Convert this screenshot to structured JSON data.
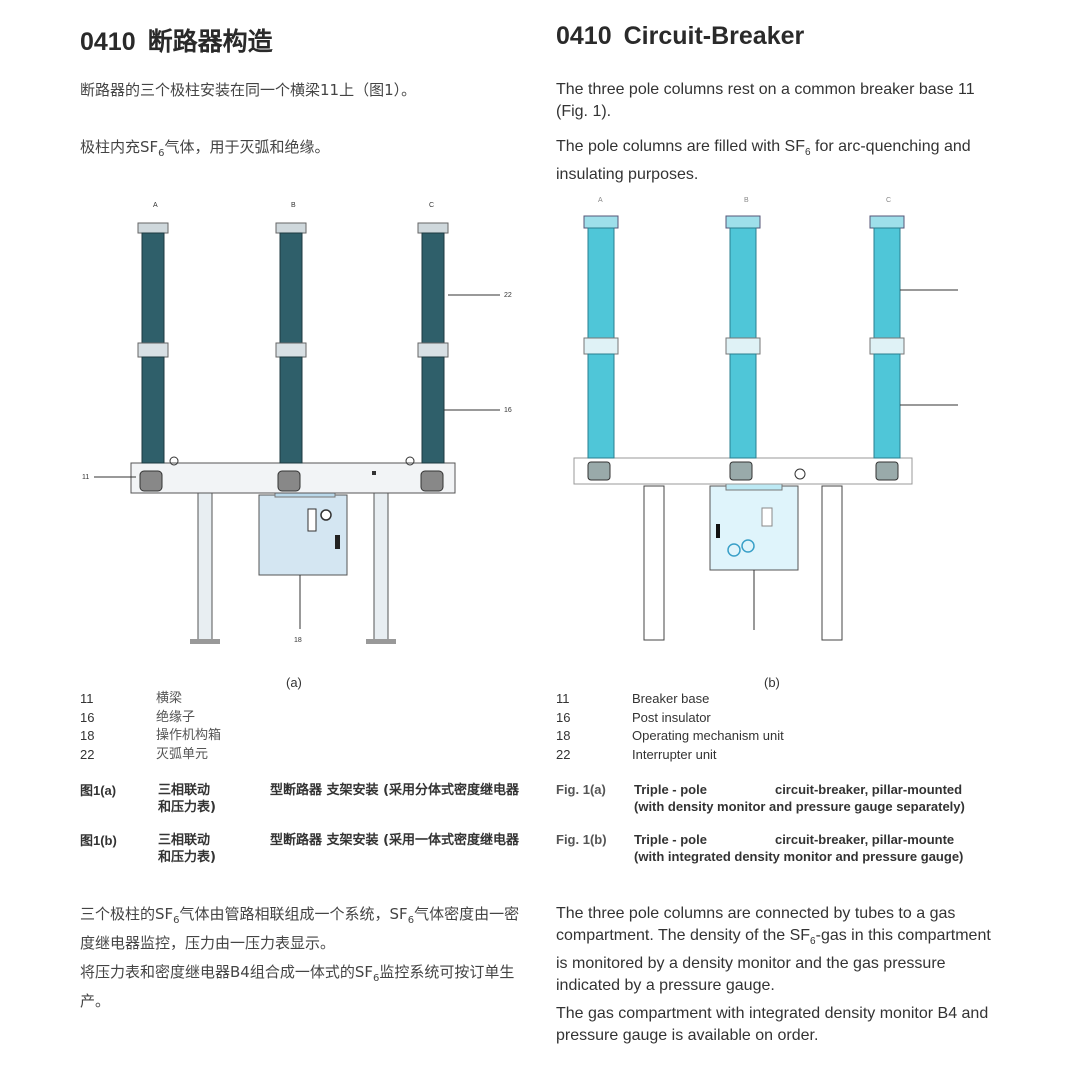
{
  "left": {
    "heading_num": "0410",
    "heading_text": "断路器构造",
    "p1": "断路器的三个极柱安装在同一个横梁11上（图1）。",
    "p2_pre": "极柱内充SF",
    "p2_sub": "6",
    "p2_post": "气体，用于灭弧和绝缘。",
    "fig_letters": [
      "A",
      "B",
      "C"
    ],
    "callouts": {
      "c22": "22",
      "c16": "16",
      "c11": "11",
      "c18": "18"
    },
    "fig_label": "(a)",
    "legend": [
      {
        "num": "11",
        "text": "横梁"
      },
      {
        "num": "16",
        "text": "绝缘子"
      },
      {
        "num": "18",
        "text": "操作机构箱"
      },
      {
        "num": "22",
        "text": "灭弧单元"
      }
    ],
    "caption_a_key": "图1(a)",
    "caption_a_1": "三相联动",
    "caption_a_2": "型断路器 支架安装 (采用分体式密度继电器和压力表)",
    "caption_b_key": "图1(b)",
    "caption_b_1": "三相联动",
    "caption_b_2": "型断路器 支架安装 (采用一体式密度继电器和压力表)",
    "p3_a": "三个极柱的SF",
    "p3_sub1": "6",
    "p3_b": "气体由管路相联组成一个系统，SF",
    "p3_sub2": "6",
    "p3_c": "气体密度由一密度继电器监控，压力由一压力表显示。",
    "p4_a": "将压力表和密度继电器B4组合成一体式的SF",
    "p4_sub": "6",
    "p4_b": "监控系统可按订单生产。"
  },
  "right": {
    "heading_num": "0410",
    "heading_text": "Circuit-Breaker",
    "p1": "The three pole columns rest on a common breaker base 11 (Fig. 1).",
    "p2_pre": "The pole columns are filled with SF",
    "p2_sub": "6",
    "p2_post": " for arc-quenching and insulating purposes.",
    "fig_letters": [
      "A",
      "B",
      "C"
    ],
    "fig_label": "(b)",
    "legend": [
      {
        "num": "11",
        "text": "Breaker base"
      },
      {
        "num": "16",
        "text": "Post insulator"
      },
      {
        "num": "18",
        "text": "Operating mechanism unit"
      },
      {
        "num": "22",
        "text": "Interrupter unit"
      }
    ],
    "caption_a_key": "Fig. 1(a)",
    "caption_a_1": "Triple - pole",
    "caption_a_2": "circuit-breaker, pillar-mounted",
    "caption_a_3": "(with density monitor and pressure gauge separately)",
    "caption_b_key": "Fig. 1(b)",
    "caption_b_1": "Triple - pole",
    "caption_b_2": "circuit-breaker, pillar-mounte",
    "caption_b_3": "(with integrated density monitor and pressure gauge)",
    "p3_a": "The three pole columns are connected by tubes to a gas compartment. The density of the SF",
    "p3_sub": "6",
    "p3_b": "-gas in this compartment is monitored by a density monitor and the gas pressure indicated by a pressure gauge.",
    "p4": "The gas compartment with integrated density monitor B4 and pressure gauge is available on order."
  },
  "colors": {
    "insulator_a": "#2f5f6a",
    "insulator_b": "#4fc6d8",
    "box_a": "#d4e6f2",
    "box_b": "#dff4fb"
  }
}
